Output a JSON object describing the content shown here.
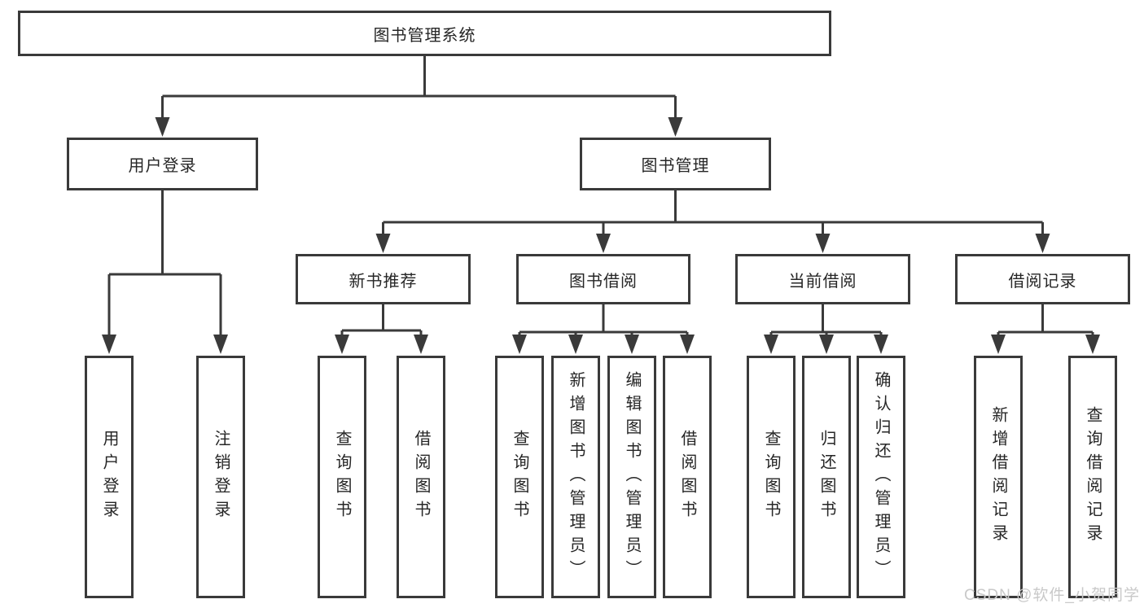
{
  "colors": {
    "line": "#3a3a3a",
    "box_border": "#3a3a3a",
    "text": "#262626",
    "watermark": "#c9c9c9",
    "background": "#ffffff"
  },
  "tree": {
    "root": {
      "label": "图书管理系统"
    },
    "branches": [
      {
        "label": "用户登录",
        "children": [
          {
            "label": "用户登录"
          },
          {
            "label": "注销登录"
          }
        ]
      },
      {
        "label": "图书管理",
        "children": [
          {
            "label": "新书推荐",
            "children": [
              {
                "label": "查询图书"
              },
              {
                "label": "借阅图书"
              }
            ]
          },
          {
            "label": "图书借阅",
            "children": [
              {
                "label": "查询图书"
              },
              {
                "label": "新增图书（管理员）"
              },
              {
                "label": "编辑图书（管理员）"
              },
              {
                "label": "借阅图书"
              }
            ]
          },
          {
            "label": "当前借阅",
            "children": [
              {
                "label": "查询图书"
              },
              {
                "label": "归还图书"
              },
              {
                "label": "确认归还（管理员）"
              }
            ]
          },
          {
            "label": "借阅记录",
            "children": [
              {
                "label": "新增借阅记录"
              },
              {
                "label": "查询借阅记录"
              }
            ]
          }
        ]
      }
    ]
  },
  "watermark": {
    "text": "CSDN @软件_小贺同学"
  }
}
